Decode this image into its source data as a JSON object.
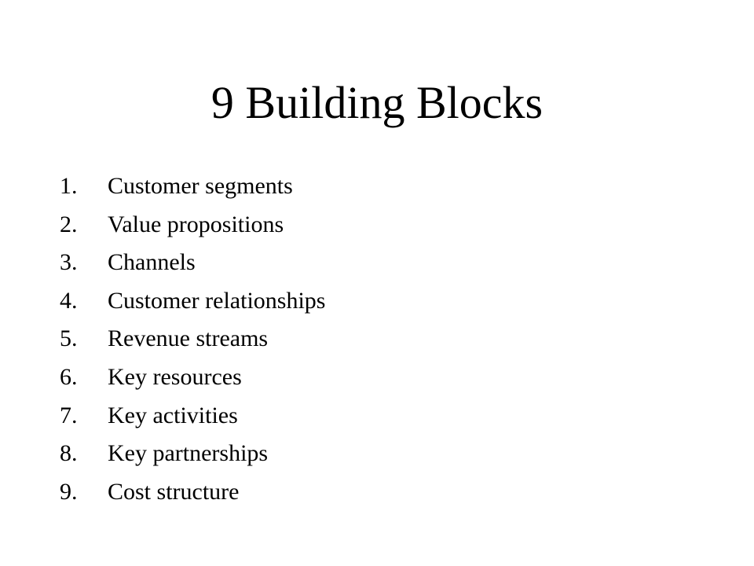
{
  "slide": {
    "title": "9 Building Blocks",
    "items": [
      {
        "number": "1.",
        "label": "Customer segments"
      },
      {
        "number": "2.",
        "label": "Value propositions"
      },
      {
        "number": "3.",
        "label": "Channels"
      },
      {
        "number": "4.",
        "label": "Customer relationships"
      },
      {
        "number": "5.",
        "label": "Revenue streams"
      },
      {
        "number": "6.",
        "label": "Key resources"
      },
      {
        "number": "7.",
        "label": "Key activities"
      },
      {
        "number": "8.",
        "label": "Key partnerships"
      },
      {
        "number": "9.",
        "label": "Cost structure"
      }
    ]
  },
  "colors": {
    "background": "#ffffff",
    "text": "#000000"
  }
}
